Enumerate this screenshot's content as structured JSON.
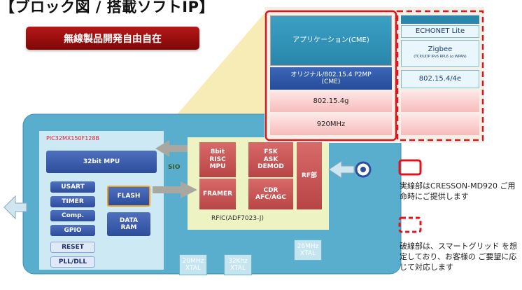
{
  "title": "【ブロック図 / 搭載ソフトIP】",
  "banner": "無線製品開発自由自在",
  "mcu": {
    "name": "PIC32MX150F128B",
    "mpu": "32bit MPU",
    "usart": "USART",
    "timer": "TIMER",
    "comp": "Comp.",
    "gpio": "GPIO",
    "reset": "RESET",
    "pll": "PLL/DLL",
    "flash": "FLASH",
    "data_ram": "DATA RAM",
    "sio": "SIO"
  },
  "rfic": {
    "name": "RFIC(ADF7023-J)",
    "risc": "8bit RISC MPU",
    "framer": "FRAMER",
    "modem": "FSK ASK DEMOD",
    "cdr": "CDR AFC/AGC",
    "rf": "RF部"
  },
  "xtal": {
    "x20": "20MHz XTAL",
    "x32": "32Khz XTAL",
    "x26": "26MHz XTAL"
  },
  "stack": {
    "app": "アプリケーション(CME)",
    "original": "オリジナル/802.15.4 P2MP (CME)",
    "g": "802.15.4g",
    "freq": "920MHz",
    "echonet": "ECHONET Lite",
    "zigbee": "Zigbee",
    "zigbee_sub": "(TCP/UDP IPv6 RPL6 Lo WPAN)",
    "e": "802.15.4/4e"
  },
  "legend": {
    "solid": "実線部はCRESSON-MD920 ご用命時にご提供します",
    "dashed": "破線部は、スマートグリッド を想定しており、お客様の ご要望に応じて対応します"
  },
  "colors": {
    "solid_border": "#e0141c",
    "banner": "#9e0f0f",
    "board": "#5aaecd"
  }
}
